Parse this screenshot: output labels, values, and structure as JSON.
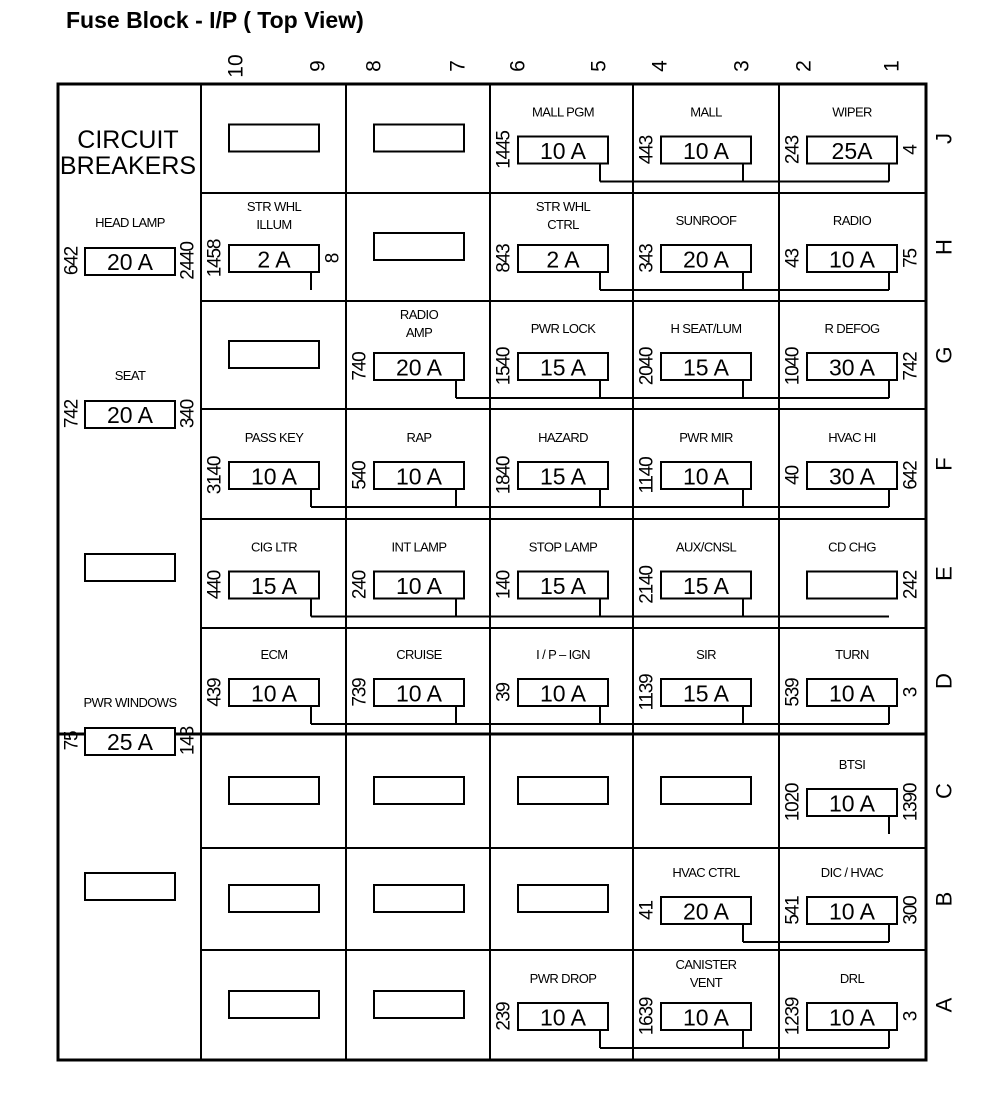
{
  "title": "Fuse Block - I/P ( Top View)",
  "column_numbers": [
    "10",
    "9",
    "8",
    "7",
    "6",
    "5",
    "4",
    "3",
    "2",
    "1"
  ],
  "row_letters": [
    "J",
    "H",
    "G",
    "F",
    "E",
    "D",
    "C",
    "B",
    "A"
  ],
  "circuit_breakers": {
    "heading_line1": "CIRCUIT",
    "heading_line2": "BREAKERS",
    "items": [
      {
        "label": "HEAD LAMP",
        "amp": "20 A",
        "left": "642",
        "right": "2440"
      },
      {
        "label": "SEAT",
        "amp": "20 A",
        "left": "742",
        "right": "340"
      },
      {
        "label": "",
        "amp": "",
        "left": "",
        "right": ""
      },
      {
        "label": "PWR WINDOWS",
        "amp": "25 A",
        "left": "75",
        "right": "143"
      },
      {
        "label": "",
        "amp": "",
        "left": "",
        "right": ""
      }
    ]
  },
  "fuses": [
    {
      "row": "J",
      "col": "10-9",
      "label1": "",
      "label2": "",
      "amp": "",
      "left": "",
      "right": ""
    },
    {
      "row": "J",
      "col": "8-7",
      "label1": "",
      "label2": "",
      "amp": "",
      "left": "",
      "right": ""
    },
    {
      "row": "J",
      "col": "6-5",
      "label1": "MALL PGM",
      "label2": "",
      "amp": "10 A",
      "left": "1445",
      "right": ""
    },
    {
      "row": "J",
      "col": "4-3",
      "label1": "MALL",
      "label2": "",
      "amp": "10 A",
      "left": "443",
      "right": ""
    },
    {
      "row": "J",
      "col": "2-1",
      "label1": "WIPER",
      "label2": "",
      "amp": "25A",
      "left": "243",
      "right": "4"
    },
    {
      "row": "H",
      "col": "10-9",
      "label1": "STR WHL",
      "label2": "ILLUM",
      "amp": "2 A",
      "left": "1458",
      "right": "8"
    },
    {
      "row": "H",
      "col": "8-7",
      "label1": "",
      "label2": "",
      "amp": "",
      "left": "",
      "right": ""
    },
    {
      "row": "H",
      "col": "6-5",
      "label1": "STR WHL",
      "label2": "CTRL",
      "amp": "2 A",
      "left": "843",
      "right": ""
    },
    {
      "row": "H",
      "col": "4-3",
      "label1": "SUNROOF",
      "label2": "",
      "amp": "20 A",
      "left": "343",
      "right": ""
    },
    {
      "row": "H",
      "col": "2-1",
      "label1": "RADIO",
      "label2": "",
      "amp": "10 A",
      "left": "43",
      "right": "75"
    },
    {
      "row": "G",
      "col": "10-9",
      "label1": "",
      "label2": "",
      "amp": "",
      "left": "",
      "right": ""
    },
    {
      "row": "G",
      "col": "8-7",
      "label1": "RADIO",
      "label2": "AMP",
      "amp": "20 A",
      "left": "740",
      "right": ""
    },
    {
      "row": "G",
      "col": "6-5",
      "label1": "PWR LOCK",
      "label2": "",
      "amp": "15 A",
      "left": "1540",
      "right": ""
    },
    {
      "row": "G",
      "col": "4-3",
      "label1": "H SEAT/LUM",
      "label2": "",
      "amp": "15 A",
      "left": "2040",
      "right": ""
    },
    {
      "row": "G",
      "col": "2-1",
      "label1": "R DEFOG",
      "label2": "",
      "amp": "30 A",
      "left": "1040",
      "right": "742"
    },
    {
      "row": "F",
      "col": "10-9",
      "label1": "PASS KEY",
      "label2": "",
      "amp": "10 A",
      "left": "3140",
      "right": ""
    },
    {
      "row": "F",
      "col": "8-7",
      "label1": "RAP",
      "label2": "",
      "amp": "10 A",
      "left": "540",
      "right": ""
    },
    {
      "row": "F",
      "col": "6-5",
      "label1": "HAZARD",
      "label2": "",
      "amp": "15 A",
      "left": "1840",
      "right": ""
    },
    {
      "row": "F",
      "col": "4-3",
      "label1": "PWR MIR",
      "label2": "",
      "amp": "10 A",
      "left": "1140",
      "right": ""
    },
    {
      "row": "F",
      "col": "2-1",
      "label1": "HVAC HI",
      "label2": "",
      "amp": "30 A",
      "left": "40",
      "right": "642"
    },
    {
      "row": "E",
      "col": "10-9",
      "label1": "CIG LTR",
      "label2": "",
      "amp": "15 A",
      "left": "440",
      "right": ""
    },
    {
      "row": "E",
      "col": "8-7",
      "label1": "INT LAMP",
      "label2": "",
      "amp": "10 A",
      "left": "240",
      "right": ""
    },
    {
      "row": "E",
      "col": "6-5",
      "label1": "STOP LAMP",
      "label2": "",
      "amp": "15 A",
      "left": "140",
      "right": ""
    },
    {
      "row": "E",
      "col": "4-3",
      "label1": "AUX/CNSL",
      "label2": "",
      "amp": "15 A",
      "left": "2140",
      "right": ""
    },
    {
      "row": "E",
      "col": "2-1",
      "label1": "CD CHG",
      "label2": "",
      "amp": "",
      "left": "",
      "right": "242"
    },
    {
      "row": "D",
      "col": "10-9",
      "label1": "ECM",
      "label2": "",
      "amp": "10 A",
      "left": "439",
      "right": ""
    },
    {
      "row": "D",
      "col": "8-7",
      "label1": "CRUISE",
      "label2": "",
      "amp": "10 A",
      "left": "739",
      "right": ""
    },
    {
      "row": "D",
      "col": "6-5",
      "label1": "I / P – IGN",
      "label2": "",
      "amp": "10 A",
      "left": "39",
      "right": ""
    },
    {
      "row": "D",
      "col": "4-3",
      "label1": "SIR",
      "label2": "",
      "amp": "15 A",
      "left": "1139",
      "right": ""
    },
    {
      "row": "D",
      "col": "2-1",
      "label1": "TURN",
      "label2": "",
      "amp": "10 A",
      "left": "539",
      "right": "3"
    },
    {
      "row": "C",
      "col": "10-9",
      "label1": "",
      "label2": "",
      "amp": "",
      "left": "",
      "right": ""
    },
    {
      "row": "C",
      "col": "8-7",
      "label1": "",
      "label2": "",
      "amp": "",
      "left": "",
      "right": ""
    },
    {
      "row": "C",
      "col": "6-5",
      "label1": "",
      "label2": "",
      "amp": "",
      "left": "",
      "right": ""
    },
    {
      "row": "C",
      "col": "4-3",
      "label1": "",
      "label2": "",
      "amp": "",
      "left": "",
      "right": ""
    },
    {
      "row": "C",
      "col": "2-1",
      "label1": "BTSI",
      "label2": "",
      "amp": "10 A",
      "left": "1020",
      "right": "1390"
    },
    {
      "row": "B",
      "col": "10-9",
      "label1": "",
      "label2": "",
      "amp": "",
      "left": "",
      "right": ""
    },
    {
      "row": "B",
      "col": "8-7",
      "label1": "",
      "label2": "",
      "amp": "",
      "left": "",
      "right": ""
    },
    {
      "row": "B",
      "col": "6-5",
      "label1": "",
      "label2": "",
      "amp": "",
      "left": "",
      "right": ""
    },
    {
      "row": "B",
      "col": "4-3",
      "label1": "HVAC CTRL",
      "label2": "",
      "amp": "20 A",
      "left": "41",
      "right": ""
    },
    {
      "row": "B",
      "col": "2-1",
      "label1": "DIC / HVAC",
      "label2": "",
      "amp": "10 A",
      "left": "541",
      "right": "300"
    },
    {
      "row": "A",
      "col": "10-9",
      "label1": "",
      "label2": "",
      "amp": "",
      "left": "",
      "right": ""
    },
    {
      "row": "A",
      "col": "8-7",
      "label1": "",
      "label2": "",
      "amp": "",
      "left": "",
      "right": ""
    },
    {
      "row": "A",
      "col": "6-5",
      "label1": "PWR DROP",
      "label2": "",
      "amp": "10 A",
      "left": "239",
      "right": ""
    },
    {
      "row": "A",
      "col": "4-3",
      "label1": "CANISTER",
      "label2": "VENT",
      "amp": "10 A",
      "left": "1639",
      "right": ""
    },
    {
      "row": "A",
      "col": "2-1",
      "label1": "DRL",
      "label2": "",
      "amp": "10 A",
      "left": "1239",
      "right": "3"
    }
  ]
}
